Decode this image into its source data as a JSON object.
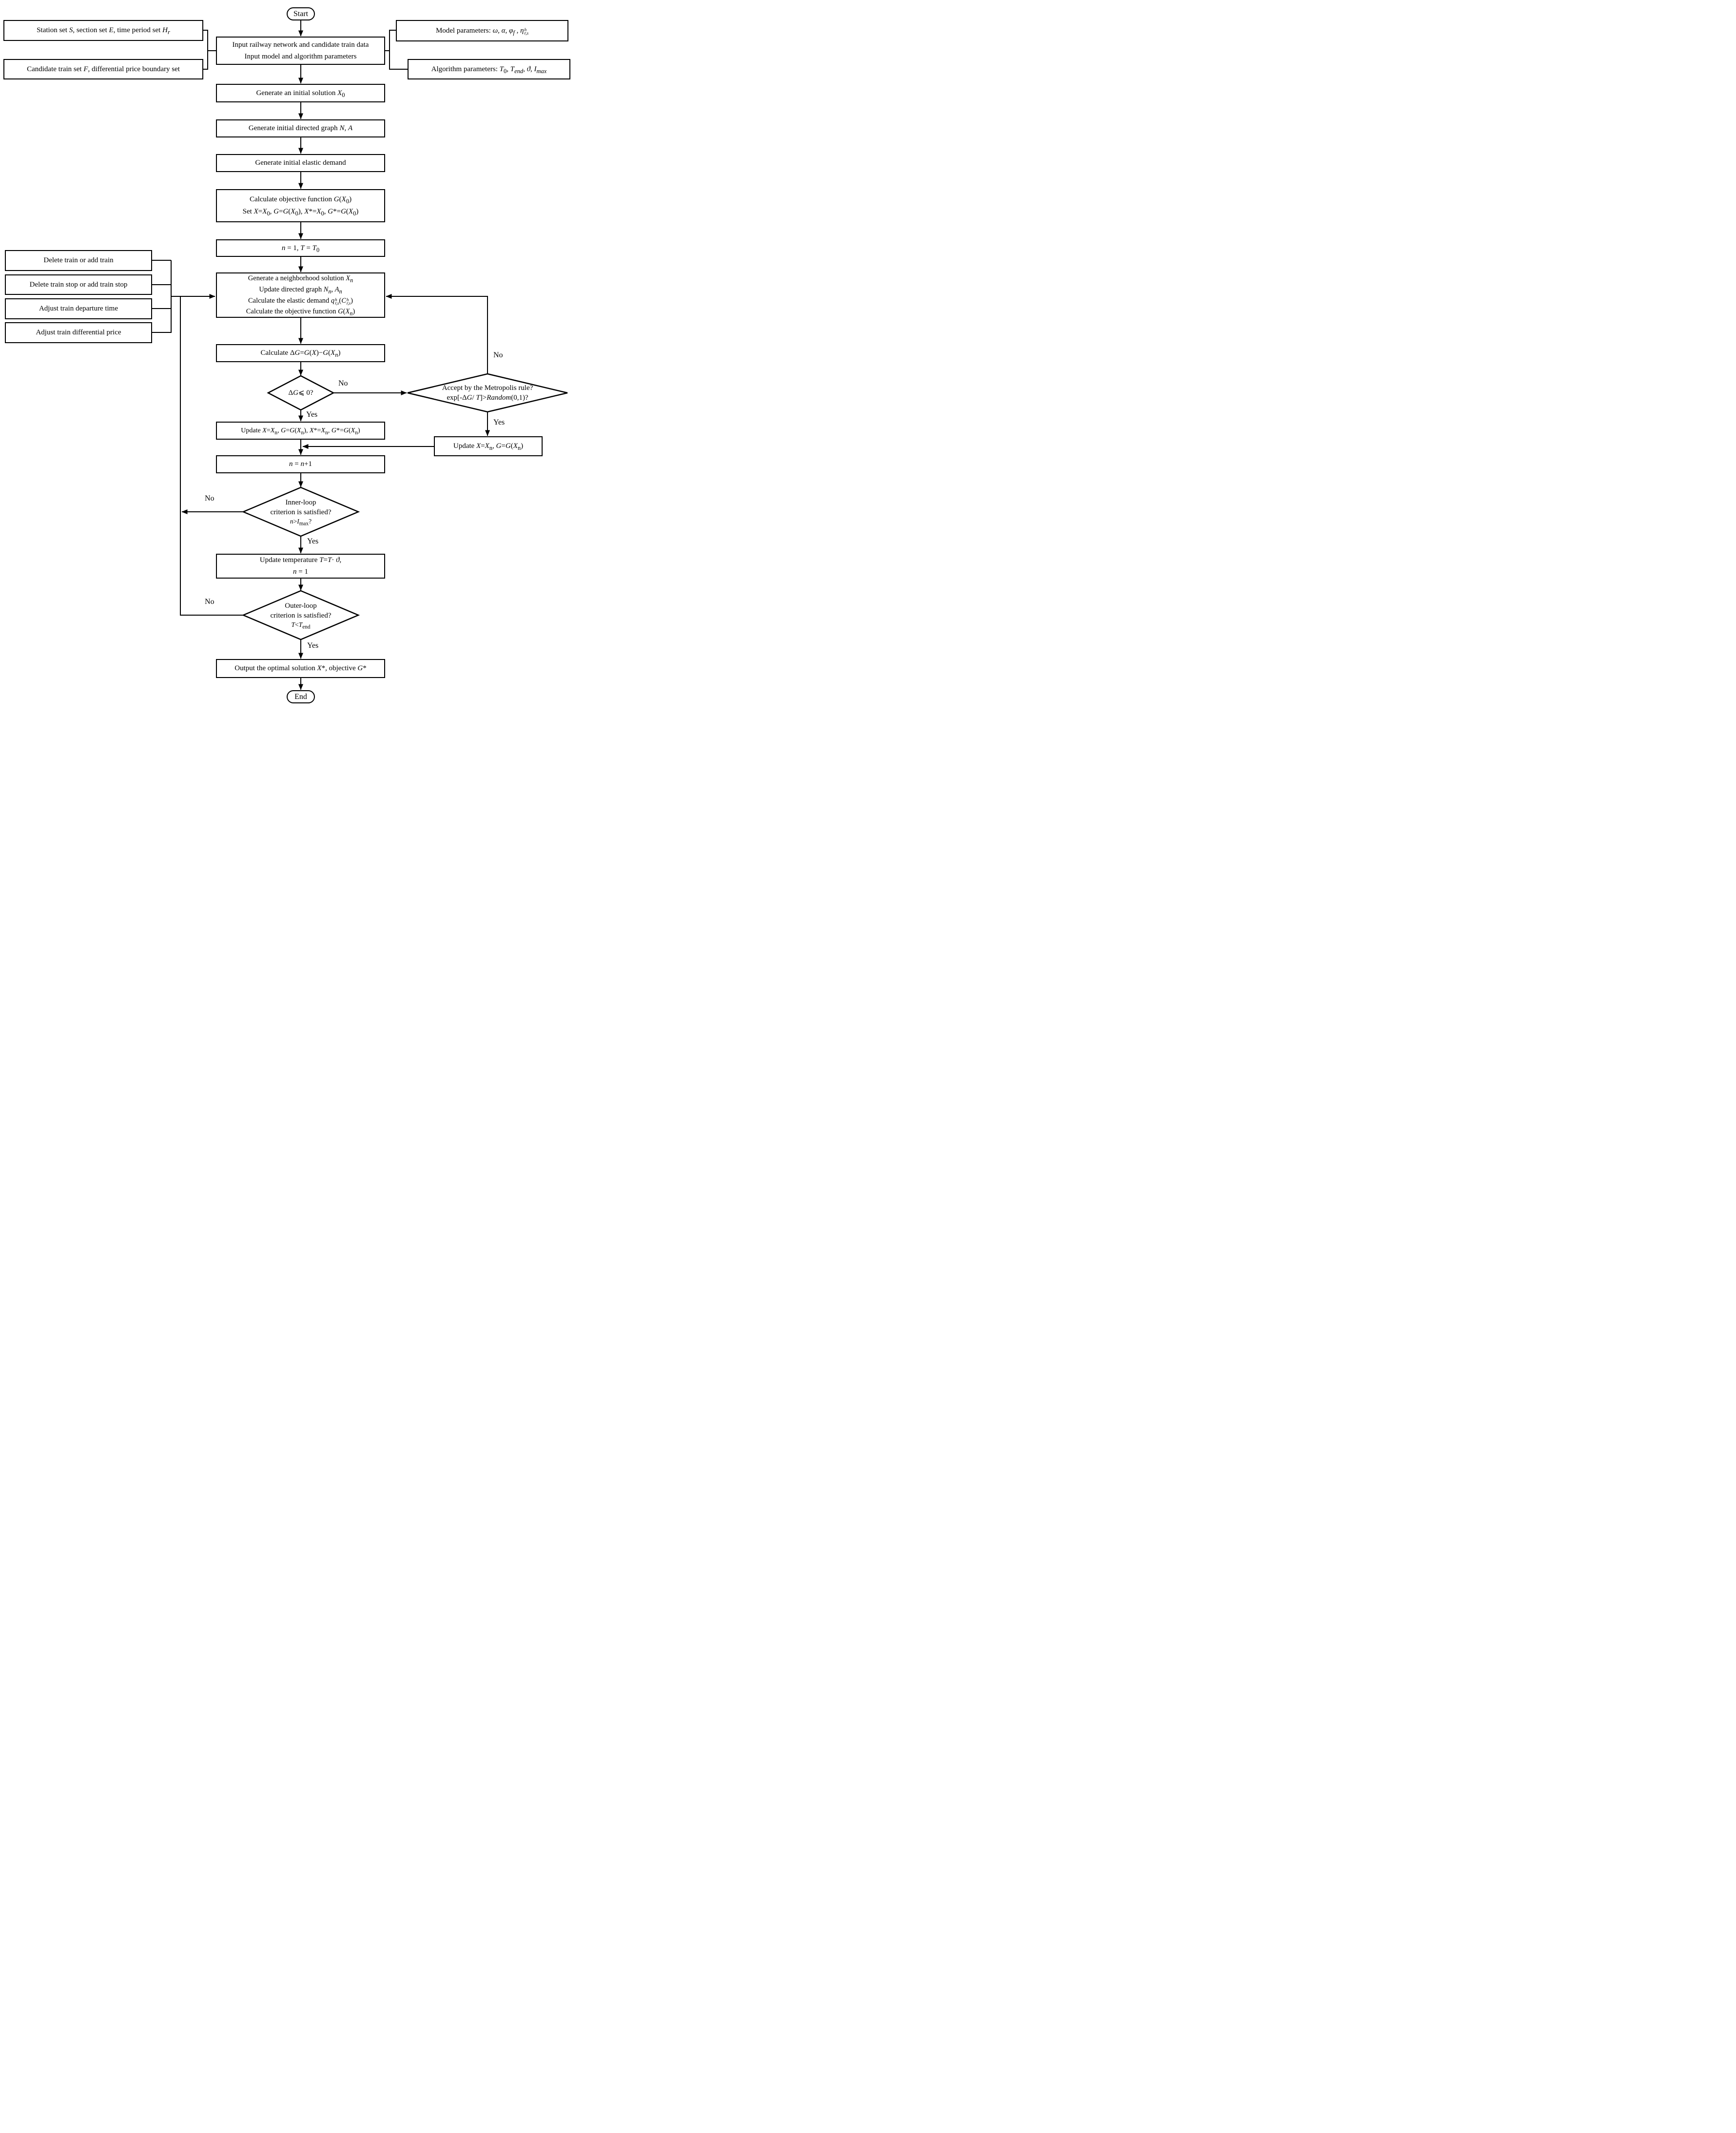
{
  "terminals": {
    "start": "Start",
    "end": "End"
  },
  "labels": {
    "yes": "Yes",
    "no": "No"
  },
  "top_left": {
    "box1": "Station set <i>S</i>, section set <i>E</i>, time period set <i>H<sub>r</sub></i>",
    "box2": "Candidate train set <i>F</i>, differential price boundary set"
  },
  "top_right": {
    "box1": "Model parameters: <i>ω</i>, <i>α</i>, <i>φ<sub>f</sub></i> , <i>η</i><span class=\"ss\"><i>h</i><br><i>r,s</i></span>",
    "box2": "Algorithm parameters: <i>T</i><sub>0</sub>, <i>T</i><sub><i>end</i></sub>, <i>ϑ</i>, <i>I</i><sub><i>max</i></sub>"
  },
  "main": {
    "input_line1": "Input railway network and candidate train data",
    "input_line2": "Input model and algorithm parameters",
    "gen_solution": "Generate an initial solution <i>X</i><sub>0</sub>",
    "gen_graph": "Generate initial directed graph <i>N</i>, <i>A</i>",
    "gen_demand": "Generate initial elastic demand",
    "calc_obj_line1": "Calculate objective function <i>G</i>(<i>X</i><sub>0</sub>)",
    "calc_obj_line2": "Set <i>X</i>=<i>X</i><sub>0</sub>, <i>G</i>=<i>G</i>(<i>X</i><sub>0</sub>), <i>X</i>*=<i>X</i><sub>0</sub>, <i>G</i>*=<i>G</i>(<i>X</i><sub>0</sub>)",
    "init_counters": "<i>n</i> = 1,  <i>T</i> = <i>T</i><sub>0</sub>",
    "neigh_line1": "Generate a neighborhood solution <i>X<sub>n</sub></i>",
    "neigh_line2": "Update directed graph <i>N<sub>n</sub></i>, <i>A<sub>n</sub></i>",
    "neigh_line3": "Calculate the elastic demand <i>q</i><span class=\"ss\"><i>h</i><br><i>r,s</i></span>(<i>C</i><span class=\"ss\"><i>h</i><br><i>r,s</i></span>)",
    "neigh_line4": "Calculate the objective function <i>G</i>(<i>X<sub>n</sub></i>)",
    "calc_delta": "Calculate Δ<i>G</i>=<i>G</i>(<i>X</i>)−<i>G</i>(<i>X<sub>n</sub></i>)",
    "delta_decision": "Δ<i>G</i><span class=\"leq\">⩽</span> 0?",
    "metropolis_line1": "Accept by the Metropolis rule?",
    "metropolis_line2": "exp[-Δ<i>G</i>/ <i>T</i>]&gt;<i>Random</i>(0,1)?",
    "update_best": "Update <i>X</i>=<i>X</i><sub>n</sub>, <i>G</i>=<i>G</i>(<i>X</i><sub>n</sub>), <i>X</i>*=<i>X</i><sub>n</sub>, <i>G</i>*=<i>G</i>(<i>X</i><sub>n</sub>)",
    "update_current": "Update <i>X</i>=<i>X</i><sub>n</sub>, <i>G</i>=<i>G</i>(<i>X</i><sub>n</sub>)",
    "increment": "<i>n</i> = <i>n</i>+1",
    "inner_line1": "Inner-loop",
    "inner_line2": "criterion is satisfied?",
    "inner_line3": "<i>n</i>&gt;<i>I</i><sub>max</sub>?",
    "update_temp_line1": "Update temperature <i>T</i>=<i>T</i>· <i>ϑ</i>,",
    "update_temp_line2": "<i>n</i> = 1",
    "outer_line1": "Outer-loop",
    "outer_line2": "criterion is satisfied?",
    "outer_line3": "<i>T</i>&lt;<i>T</i><sub>end</sub>",
    "output": "Output the optimal solution <i>X</i>*, objective <i>G</i>*"
  },
  "moves": [
    "Delete train or add train",
    "Delete train stop or add train stop",
    "Adjust train departure time",
    "Adjust train differential price"
  ]
}
